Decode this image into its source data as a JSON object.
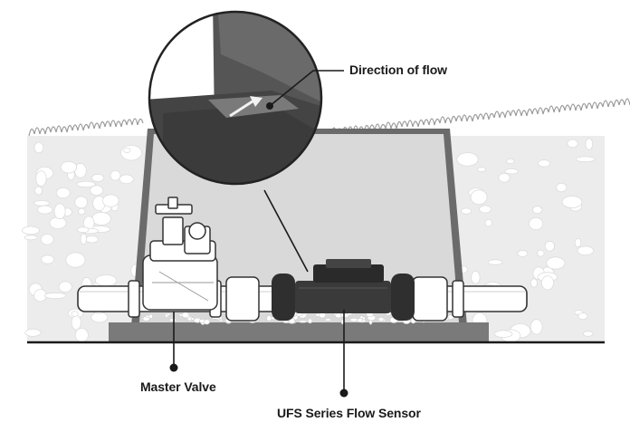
{
  "labels": {
    "direction_of_flow": "Direction of flow",
    "master_valve": "Master Valve",
    "flow_sensor": "UFS Series Flow Sensor"
  },
  "colors": {
    "ground_fill": "#ededed",
    "pebble": "#ffffff",
    "valve_box": "#666666",
    "pipe": "#ffffff",
    "sensor_body": "#2f2f2f",
    "leader_line": "#1a1a1a"
  }
}
